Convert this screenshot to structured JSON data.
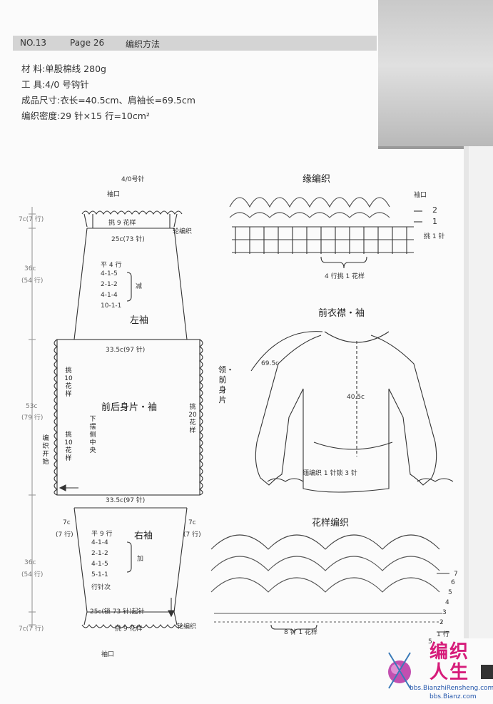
{
  "header": {
    "no": "NO.13",
    "page": "Page 26",
    "title": "编织方法"
  },
  "info": {
    "material": "材    料:单股棉线 280g",
    "tool": "工    具:4/0 号钩针",
    "size": "成品尺寸:衣长=40.5cm、肩袖长=69.5cm",
    "gauge": "编织密度:29 针×15 行=10cm²"
  },
  "schematic": {
    "hook": "4/0号针",
    "cuff_top": "袖口",
    "pattern9_top": "挑 9 花样",
    "edge_top": "轮编织",
    "width_top": "25c(73 针)",
    "left_dims": [
      "7c(7 行)",
      "36c",
      "(54 行)",
      "53c",
      "(79 行)",
      "36c",
      "(54 行)",
      "7c(7 行)"
    ],
    "decrease_rows": [
      "平 4 行",
      "4-1-5",
      "2-1-2",
      "4-1-4",
      "10-1-1"
    ],
    "decrease_label": "减",
    "left_sleeve": "左袖",
    "width_mid_top": "33.5c(97 针)",
    "pick10_left": "挑10花样",
    "pick10_left2": "挑10花样",
    "body_label": "前后身片・袖",
    "hem_center": "下摆侧中央",
    "start_label": "编织开始",
    "pick20": "挑20花样",
    "collar_label": "领・前身片",
    "width_mid_bottom": "33.5c(97 针)",
    "gap_left": "7c",
    "gap_left_rows": "(7 行)",
    "gap_right": "7c",
    "gap_right_rows": "(7 行)",
    "increase_rows": [
      "平 9 行",
      "4-1-4",
      "2-1-2",
      "4-1-5",
      "5-1-1",
      "行针次"
    ],
    "increase_label": "加",
    "right_sleeve": "右袖",
    "width_bottom": "25c(锁 73 针)起针",
    "pattern9_bottom": "挑 9 花样",
    "edge_bottom": "轮编织",
    "cuff_bottom": "袖口"
  },
  "edge_chart": {
    "title": "缘编织",
    "cuff": "袖口",
    "row2": "2",
    "row1": "1",
    "pick1": "挑 1 针",
    "repeat": "4 行挑 1 花样"
  },
  "front_view": {
    "title": "前衣襟・袖",
    "sleeve_len": "69.5c",
    "length": "40.5c",
    "edge_note": "缅编织 1 针锁 3 针"
  },
  "pattern_chart": {
    "title": "花样编织",
    "rows": [
      "7",
      "6",
      "5",
      "4",
      "3",
      "2",
      "1 行",
      "5"
    ],
    "repeat": "8 针 1 花样"
  },
  "logo": {
    "line1": "编织",
    "line2": "人生",
    "url1": "bbs.BianzhiRensheng.com",
    "url2": "bbs.Bianz.com"
  }
}
